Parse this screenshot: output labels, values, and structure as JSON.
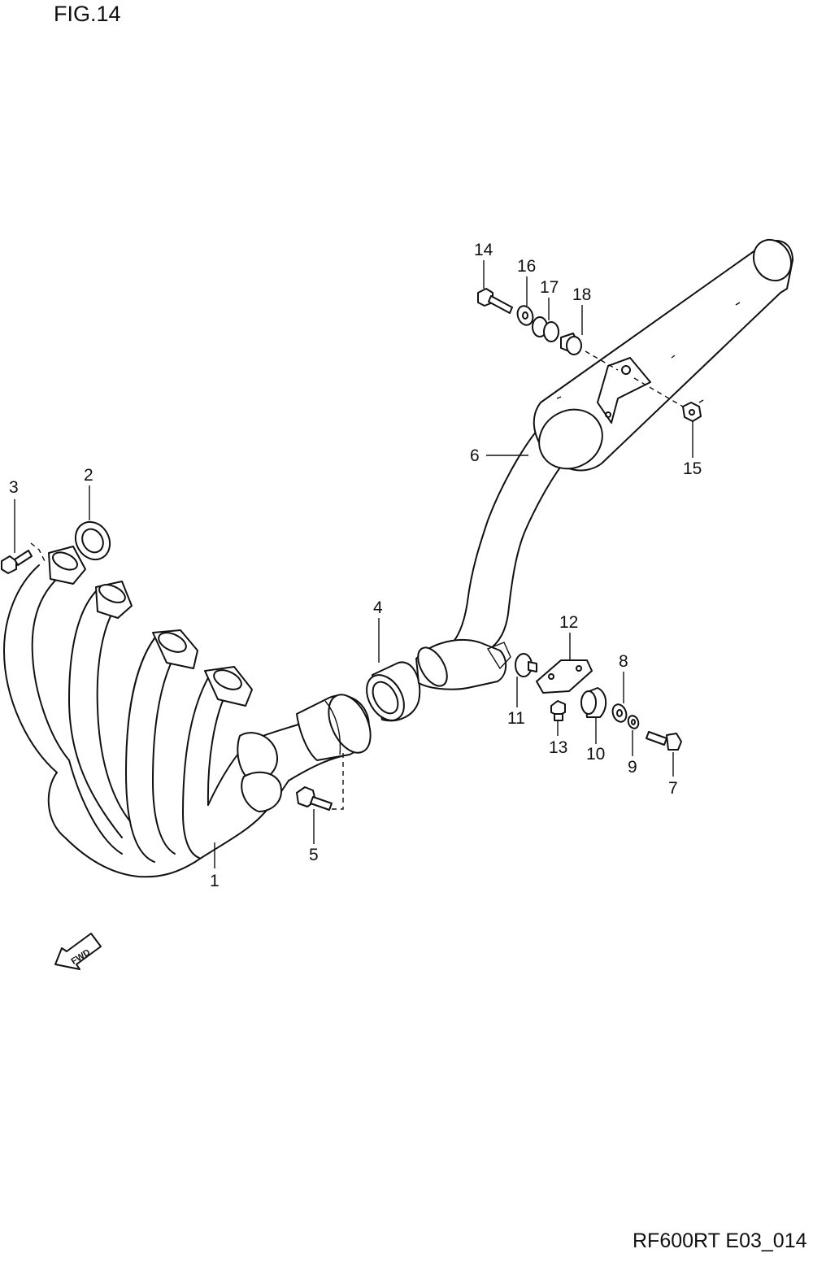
{
  "figure": {
    "title": "FIG.14",
    "code": "RF600RT E03_014"
  },
  "direction_marker": {
    "label": "FWD"
  },
  "callouts": {
    "c1": "1",
    "c2": "2",
    "c3": "3",
    "c4": "4",
    "c5": "5",
    "c6": "6",
    "c7": "7",
    "c8": "8",
    "c9": "9",
    "c10": "10",
    "c11": "11",
    "c12": "12",
    "c13": "13",
    "c14": "14",
    "c15": "15",
    "c16": "16",
    "c17": "17",
    "c18": "18"
  }
}
